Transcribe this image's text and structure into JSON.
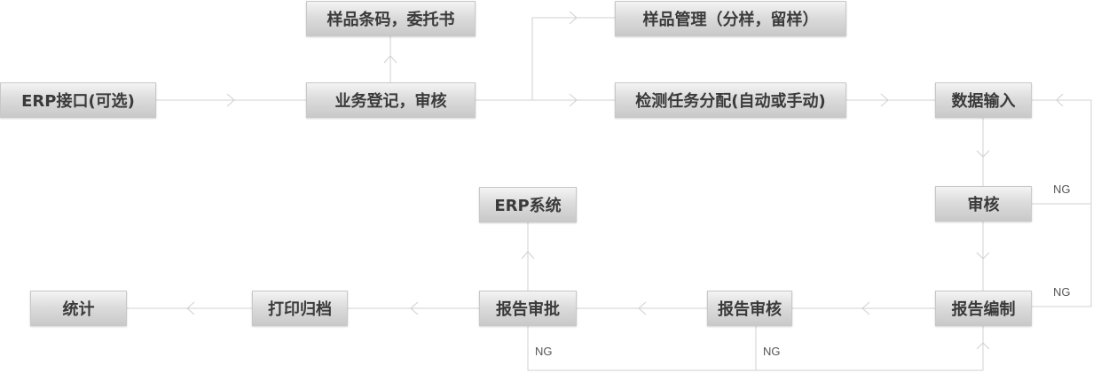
{
  "nodes": {
    "erp_interface": "ERP接口(可选)",
    "sample_barcode": "样品条码，委托书",
    "business_register": "业务登记，审核",
    "sample_management": "样品管理（分样，留样）",
    "task_assignment": "检测任务分配(自动或手动)",
    "data_input": "数据输入",
    "review": "审核",
    "report_compile": "报告编制",
    "report_review": "报告审核",
    "report_approve": "报告审批",
    "erp_system": "ERP系统",
    "print_archive": "打印归档",
    "statistics": "统计"
  },
  "labels": {
    "ng_review": "NG",
    "ng_report_compile": "NG",
    "ng_report_approve": "NG",
    "ng_report_review": "NG"
  },
  "colors": {
    "line": "#d0d0d0",
    "text": "#3a3a3a"
  }
}
